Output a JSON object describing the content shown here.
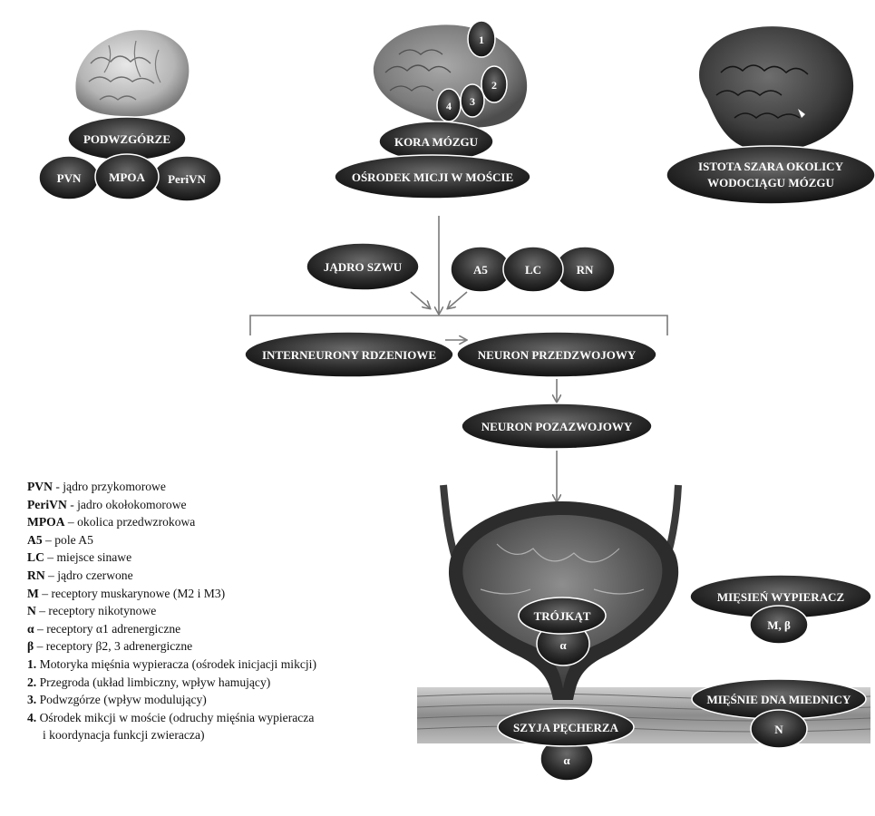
{
  "nodes": {
    "podwzgorze": "PODWZGÓRZE",
    "pvn": "PVN",
    "mpoa": "MPOA",
    "perivn": "PeriVN",
    "kora": "KORA MÓZGU",
    "osrodek": "OŚRODEK MICJI W MOŚCIE",
    "istota_line1": "ISTOTA SZARA OKOLICY",
    "istota_line2": "WODOCIĄGU MÓZGU",
    "jadro_szwu": "JĄDRO SZWU",
    "a5": "A5",
    "lc": "LC",
    "rn": "RN",
    "interneurony": "INTERNEURONY RDZENIOWE",
    "neuron_przed": "NEURON PRZEDZWOJOWY",
    "neuron_poza": "NEURON POZAZWOJOWY",
    "trojkat": "TRÓJKĄT",
    "alpha1": "α",
    "miesien_wyp": "MIĘSIEŃ WYPIERACZ",
    "mb": "M, β",
    "miesnie_dna": "MIĘŚNIE DNA MIEDNICY",
    "n": "N",
    "szyja": "SZYJA PĘCHERZA",
    "alpha2": "α"
  },
  "brain_markers": [
    "1",
    "2",
    "3",
    "4"
  ],
  "legend": [
    {
      "key": "PVN",
      "sep": " - ",
      "text": "jądro przykomorowe"
    },
    {
      "key": "PeriVN",
      "sep": " - ",
      "text": "jadro okołokomorowe"
    },
    {
      "key": "MPOA",
      "sep": " – ",
      "text": "okolica przedwzrokowa"
    },
    {
      "key": "A5",
      "sep": " – ",
      "text": "pole A5"
    },
    {
      "key": "LC",
      "sep": " – ",
      "text": "miejsce sinawe"
    },
    {
      "key": "RN",
      "sep": " – ",
      "text": "jądro czerwone"
    },
    {
      "key": "M",
      "sep": " – ",
      "text": "receptory muskarynowe (M2 i M3)"
    },
    {
      "key": "N",
      "sep": " – ",
      "text": "receptory nikotynowe"
    },
    {
      "key": "α",
      "sep": " – ",
      "text": "receptory α1 adrenergiczne"
    },
    {
      "key": "β",
      "sep": " – ",
      "text": "receptory β2, 3 adrenergiczne"
    },
    {
      "key": "1.",
      "sep": " ",
      "text": "Motoryka mięśnia wypieracza (ośrodek inicjacji mikcji)"
    },
    {
      "key": "2.",
      "sep": " ",
      "text": "Przegroda (układ limbiczny, wpływ hamujący)"
    },
    {
      "key": "3.",
      "sep": " ",
      "text": "Podwzgórze (wpływ modulujący)"
    },
    {
      "key": "4.",
      "sep": " ",
      "text": "Ośrodek mikcji w moście (odruchy mięśnia wypieracza"
    },
    {
      "key": "",
      "sep": "",
      "text": "i koordynacja funkcji zwieracza)"
    }
  ]
}
